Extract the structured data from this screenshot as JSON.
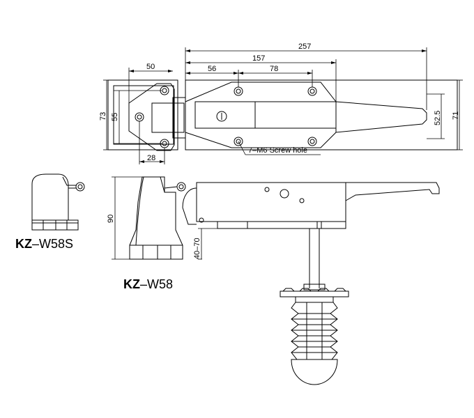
{
  "dimensions": {
    "d257": "257",
    "d157": "157",
    "d56": "56",
    "d78": "78",
    "d50": "50",
    "d73": "73",
    "d55": "55",
    "d28": "28",
    "d52_5": "52.5",
    "d71": "71",
    "d90": "90",
    "d40_70": "40–70"
  },
  "callouts": {
    "screw_hole": "7–M6 Screw hole"
  },
  "models": {
    "w58s_bold": "KZ",
    "w58s_rest": "–W58S",
    "w58_bold": "KZ",
    "w58_rest": "–W58"
  }
}
